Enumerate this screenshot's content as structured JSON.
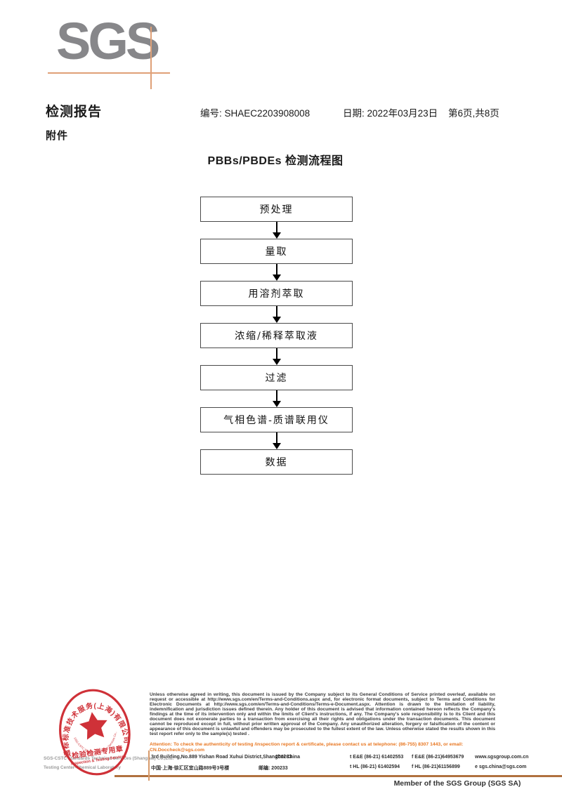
{
  "logo": {
    "text": "SGS"
  },
  "header": {
    "report_title": "检测报告",
    "attachment_label": "附件",
    "number_label": "编号:",
    "number_value": "SHAEC2203908008",
    "date_label": "日期:",
    "date_value": "2022年03月23日",
    "page_info": "第6页,共8页"
  },
  "flowchart": {
    "title": "PBBs/PBDEs 检测流程图",
    "steps": [
      "预处理",
      "量取",
      "用溶剂萃取",
      "浓缩/稀释萃取液",
      "过滤",
      "气相色谱-质谱联用仪",
      "数据"
    ]
  },
  "stamp": {
    "ring_text_cn": "通标标准技术服务(上海)有限公司",
    "ring_text_en": "SGS-CSTC Standards Technical Services Co.,Ltd.",
    "center_label_cn": "检验检测专用章",
    "center_label_en": "Inspection & Testing Services"
  },
  "company_background": {
    "line1": "SGS-CSTC Standards Technical Services (Shanghai) Co.,Ltd.",
    "line2": "Testing Center-Chemical Laboratory"
  },
  "disclaimer": {
    "body": "Unless otherwise agreed in writing, this document is issued by the Company subject to its General Conditions of Service printed overleaf, available on request or accessible at http://www.sgs.com/en/Terms-and-Conditions.aspx and, for electronic format documents, subject to Terms and Conditions for Electronic Documents at http://www.sgs.com/en/Terms-and-Conditions/Terms-e-Document.aspx. Attention is drawn to the limitation of liability, indemnification and jurisdiction issues defined therein. Any holder of this document is advised that information contained hereon reflects the Company's findings at the time of its intervention only and within the limits of Client's instructions, if any. The Company's sole responsibility is to its Client and this document does not exonerate parties to a transaction from exercising all their rights and obligations under the transaction documents. This document cannot be reproduced except in full, without prior written approval of the Company. Any unauthorized alteration, forgery or falsification of the content or appearance of this document is unlawful and offenders may be prosecuted to the fullest extent of the law. Unless otherwise stated the results shown in this test report refer only to the sample(s) tested .",
    "attention": "Attention: To check the authenticity of testing /inspection report & certificate, please contact us at telephone: (86-755) 8307 1443, or email: CN.Doccheck@sgs.com"
  },
  "address": {
    "en_line": "3rd Building,No.889 Yishan Road Xuhui District,Shanghai China",
    "en_postcode": "200233",
    "en_tel": "t E&E (86-21) 61402553",
    "en_fax": "f E&E (86-21)64953679",
    "web": "www.sgsgroup.com.cn",
    "cn_line": "中国·上海·徐汇区宜山路889号3号楼",
    "cn_post_label": "邮编:",
    "cn_postcode": "200233",
    "cn_tel": "t HL (86-21) 61402594",
    "cn_fax": "f HL (86-21)61156899",
    "email": "e  sgs.china@sgs.com"
  },
  "footer": {
    "member_text": "Member of the SGS Group (SGS SA)"
  },
  "colors": {
    "logo_gray": "#87878a",
    "accent_orange": "#dfa077",
    "stamp_red": "#cc2229",
    "attention_orange": "#e87722",
    "footer_line_brown": "#b0713e"
  }
}
